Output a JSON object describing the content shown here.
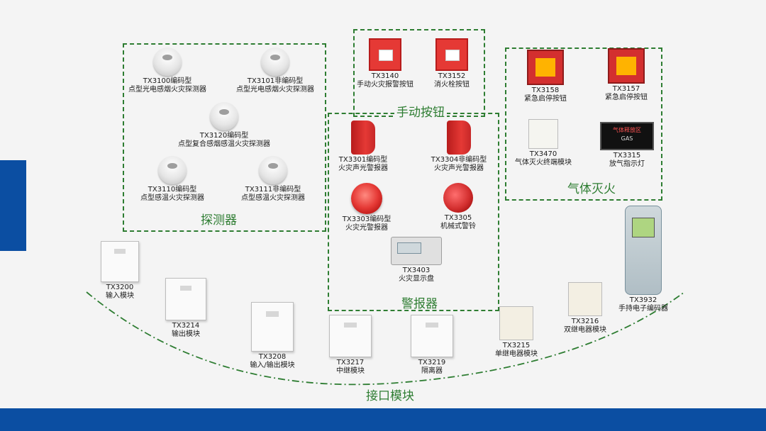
{
  "groups": {
    "detectors": "探测器",
    "manual": "手动按钮",
    "gas": "气体灭火",
    "alarm": "警报器",
    "interface": "接口模块"
  },
  "items": {
    "tx3100": {
      "code": "TX3100编码型",
      "name": "点型光电感烟火灾探测器"
    },
    "tx3101": {
      "code": "TX3101非编码型",
      "name": "点型光电感烟火灾探测器"
    },
    "tx3120": {
      "code": "TX3120编码型",
      "name": "点型复合感烟感温火灾探测器"
    },
    "tx3110": {
      "code": "TX3110编码型",
      "name": "点型感温火灾探测器"
    },
    "tx3111": {
      "code": "TX3111非编码型",
      "name": "点型感温火灾探测器"
    },
    "tx3140": {
      "code": "TX3140",
      "name": "手动火灾报警按钮"
    },
    "tx3152": {
      "code": "TX3152",
      "name": "消火栓按钮"
    },
    "tx3158": {
      "code": "TX3158",
      "name": "紧急启停按钮"
    },
    "tx3157": {
      "code": "TX3157",
      "name": "紧急启停按钮"
    },
    "tx3470": {
      "code": "TX3470",
      "name": "气体灭火终端模块"
    },
    "tx3315": {
      "code": "TX3315",
      "name": "放气指示灯"
    },
    "tx3301": {
      "code": "TX3301编码型",
      "name": "火灾声光警报器"
    },
    "tx3304": {
      "code": "TX3304非编码型",
      "name": "火灾声光警报器"
    },
    "tx3303": {
      "code": "TX3303编码型",
      "name": "火灾光警报器"
    },
    "tx3305": {
      "code": "TX3305",
      "name": "机械式警铃"
    },
    "tx3403": {
      "code": "TX3403",
      "name": "火灾显示盘"
    },
    "tx3200": {
      "code": "TX3200",
      "name": "输入模块"
    },
    "tx3214": {
      "code": "TX3214",
      "name": "输出模块"
    },
    "tx3208": {
      "code": "TX3208",
      "name": "输入/输出模块"
    },
    "tx3217": {
      "code": "TX3217",
      "name": "中继模块"
    },
    "tx3219": {
      "code": "TX3219",
      "name": "隔离器"
    },
    "tx3215": {
      "code": "TX3215",
      "name": "单继电器模块"
    },
    "tx3216": {
      "code": "TX3216",
      "name": "双继电器模块"
    },
    "tx3932": {
      "code": "TX3932",
      "name": "手持电子编码器"
    }
  },
  "gas_lamp_text": {
    "line1": "气体释放区",
    "line2": "GAS"
  },
  "colors": {
    "accent": "#0b4ea2",
    "group_border": "#2e7d32",
    "device_red": "#e53935"
  }
}
